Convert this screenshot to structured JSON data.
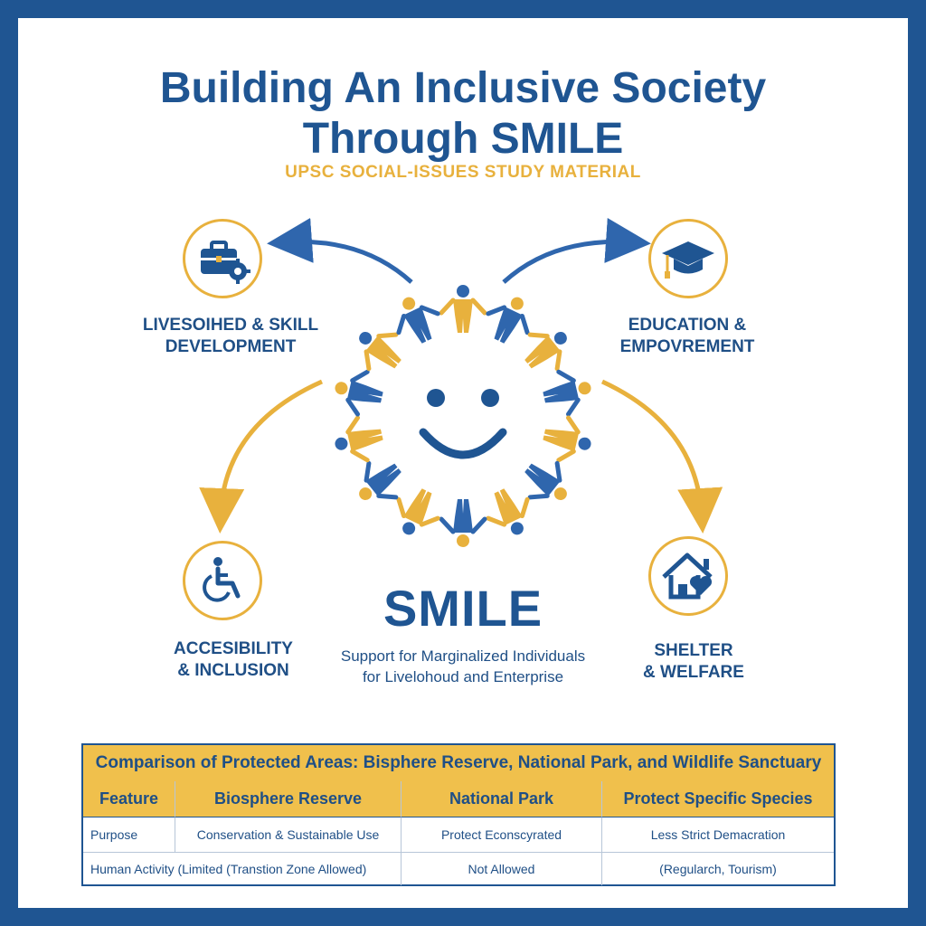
{
  "title": {
    "line1": "Building An Inclusive Society",
    "line2": "Through SMILE"
  },
  "subtitle": "UPSC SOCIAL-ISSUES STUDY MATERIAL",
  "nodes": {
    "top_left": {
      "line1": "LIVESOIHED & SKILL",
      "line2": "DEVELOPMENT",
      "icon": "briefcase-gear-icon"
    },
    "top_right": {
      "line1": "EDUCATION &",
      "line2": "EMPOVREMENT",
      "icon": "graduation-cap-icon"
    },
    "bottom_left": {
      "line1": "ACCESIBILITY",
      "line2": "& INCLUSION",
      "icon": "wheelchair-icon"
    },
    "bottom_right": {
      "line1": "SHELTER",
      "line2": "& WELFARE",
      "icon": "house-heart-icon"
    }
  },
  "center": {
    "name": "SMILE",
    "desc_line1": "Support for Marginalized Individuals",
    "desc_line2": "for Livelohoud and Enterprise",
    "icon": "smiley-people-circle-icon"
  },
  "colors": {
    "blue": "#1f5592",
    "gold": "#e8b13d",
    "table_header": "#f0c04c"
  },
  "table": {
    "title": "Comparison of Protected Areas: Bisphere Reserve, National Park, and Wildlife Sanctuary",
    "headers": [
      "Feature",
      "Biosphere Reserve",
      "National Park",
      "Protect Specific Species"
    ],
    "rows": [
      {
        "feature": "Purpose",
        "biosphere": "Conservation & Sustainable Use",
        "national": "Protect Econscyrated",
        "species": "Less Strict Demacration"
      },
      {
        "feature": "Human Activity (Limited (Transtion Zone Allowed)",
        "biosphere": "",
        "national": "Not Allowed",
        "species": "(Regularch, Tourism)"
      }
    ]
  }
}
